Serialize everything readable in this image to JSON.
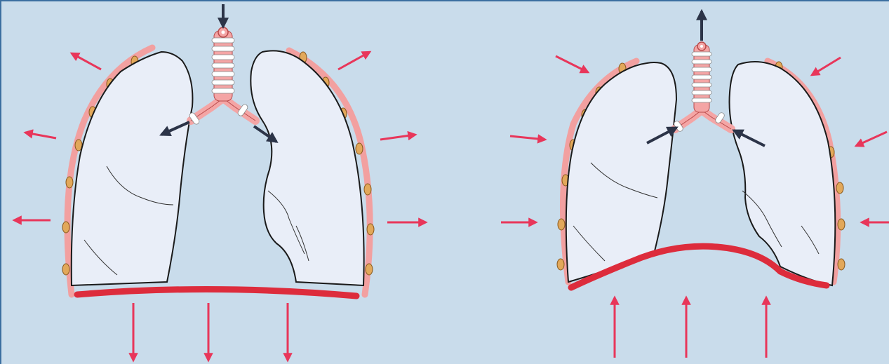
{
  "figure": {
    "panels": [
      {
        "id": "inspiration",
        "airflow": "in",
        "diaphragm": "flattened",
        "chest_wall": "expanding"
      },
      {
        "id": "expiration",
        "airflow": "out",
        "diaphragm": "domed",
        "chest_wall": "contracting"
      }
    ],
    "colors": {
      "background": "#c9dceb",
      "lung_fill": "#e9eef8",
      "outline": "#1a1a1a",
      "pleura": "#f2a0a0",
      "diaphragm": "#dd2c3c",
      "force_arrow": "#e8365a",
      "air_arrow": "#2c3448",
      "rib_nodule": "#e2a85a",
      "trachea": "#f4a5a5"
    },
    "icons": [
      "force-arrow-icon",
      "airflow-arrow-icon",
      "rib-icon"
    ]
  }
}
